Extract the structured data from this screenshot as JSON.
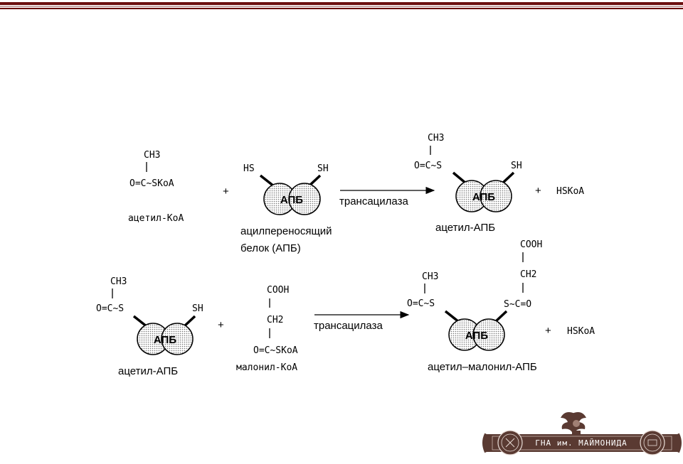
{
  "reaction1": {
    "acetyl_coa": {
      "ch3": "CH3",
      "formula": "O=C~SKoA",
      "label": "ацетил-КоА"
    },
    "plus1": "+",
    "apb_protein": {
      "hs": "HS",
      "sh": "SH",
      "core": "АПБ",
      "label_line1": "ацилпереносящий",
      "label_line2": "белок (АПБ)"
    },
    "enzyme": "трансацилаза",
    "product": {
      "ch3": "CH3",
      "formula": "O=C~S",
      "sh": "SH",
      "core": "АПБ",
      "label": "ацетил-АПБ"
    },
    "plus2": "+",
    "byproduct": "HSKoA"
  },
  "reaction2": {
    "acetyl_apb": {
      "ch3": "CH3",
      "formula": "O=C~S",
      "sh": "SH",
      "core": "АПБ",
      "label": "ацетил-АПБ"
    },
    "plus1": "+",
    "malonyl_coa": {
      "cooh": "COOH",
      "ch2": "CH2",
      "formula": "O=C~SKoA",
      "label": "малонил-КоА"
    },
    "enzyme": "трансацилаза",
    "product": {
      "ch3": "CH3",
      "formula_left": "O=C~S",
      "cooh": "COOH",
      "ch2": "CH2",
      "formula_right": "S~C=O",
      "core": "АПБ",
      "label": "ацетил–малонил-АПБ"
    },
    "plus2": "+",
    "byproduct": "HSKoA"
  },
  "logo": {
    "text": "ГНА им. МАЙМОНИДА"
  },
  "colors": {
    "bar_dark": "#6b0f0f",
    "bar_light": "#c9a9a9",
    "apb_fill": "#d9d9d9",
    "logo_bg": "#5a3a32"
  }
}
